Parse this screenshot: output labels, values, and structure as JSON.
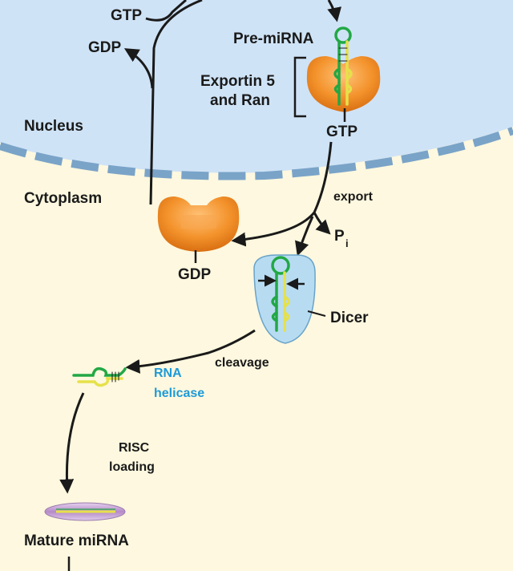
{
  "labels": {
    "gtp_top": "GTP",
    "gdp_top": "GDP",
    "pre_mirna": "Pre-miRNA",
    "exportin_line1": "Exportin 5",
    "exportin_line2": "and Ran",
    "nucleus": "Nucleus",
    "gtp_complex": "GTP",
    "cytoplasm": "Cytoplasm",
    "export": "export",
    "pi_main": "P",
    "pi_sub": "i",
    "gdp_bottom": "GDP",
    "dicer": "Dicer",
    "cleavage": "cleavage",
    "rna_helicase_line1": "RNA",
    "rna_helicase_line2": "helicase",
    "risc_line1": "RISC",
    "risc_line2": "loading",
    "mature_mirna": "Mature miRNA"
  },
  "colors": {
    "nucleus_fill": "#cfe3f6",
    "membrane": "#7aa3c8",
    "cytoplasm_fill": "#fdf8df",
    "protein_orange": "#f08a24",
    "rna_green": "#22a845",
    "rna_yellow": "#e6e14a",
    "dicer_fill": "#b7dcf2",
    "mature_purple": "#c9a6d6",
    "helicase_text": "#1f9ad7"
  }
}
